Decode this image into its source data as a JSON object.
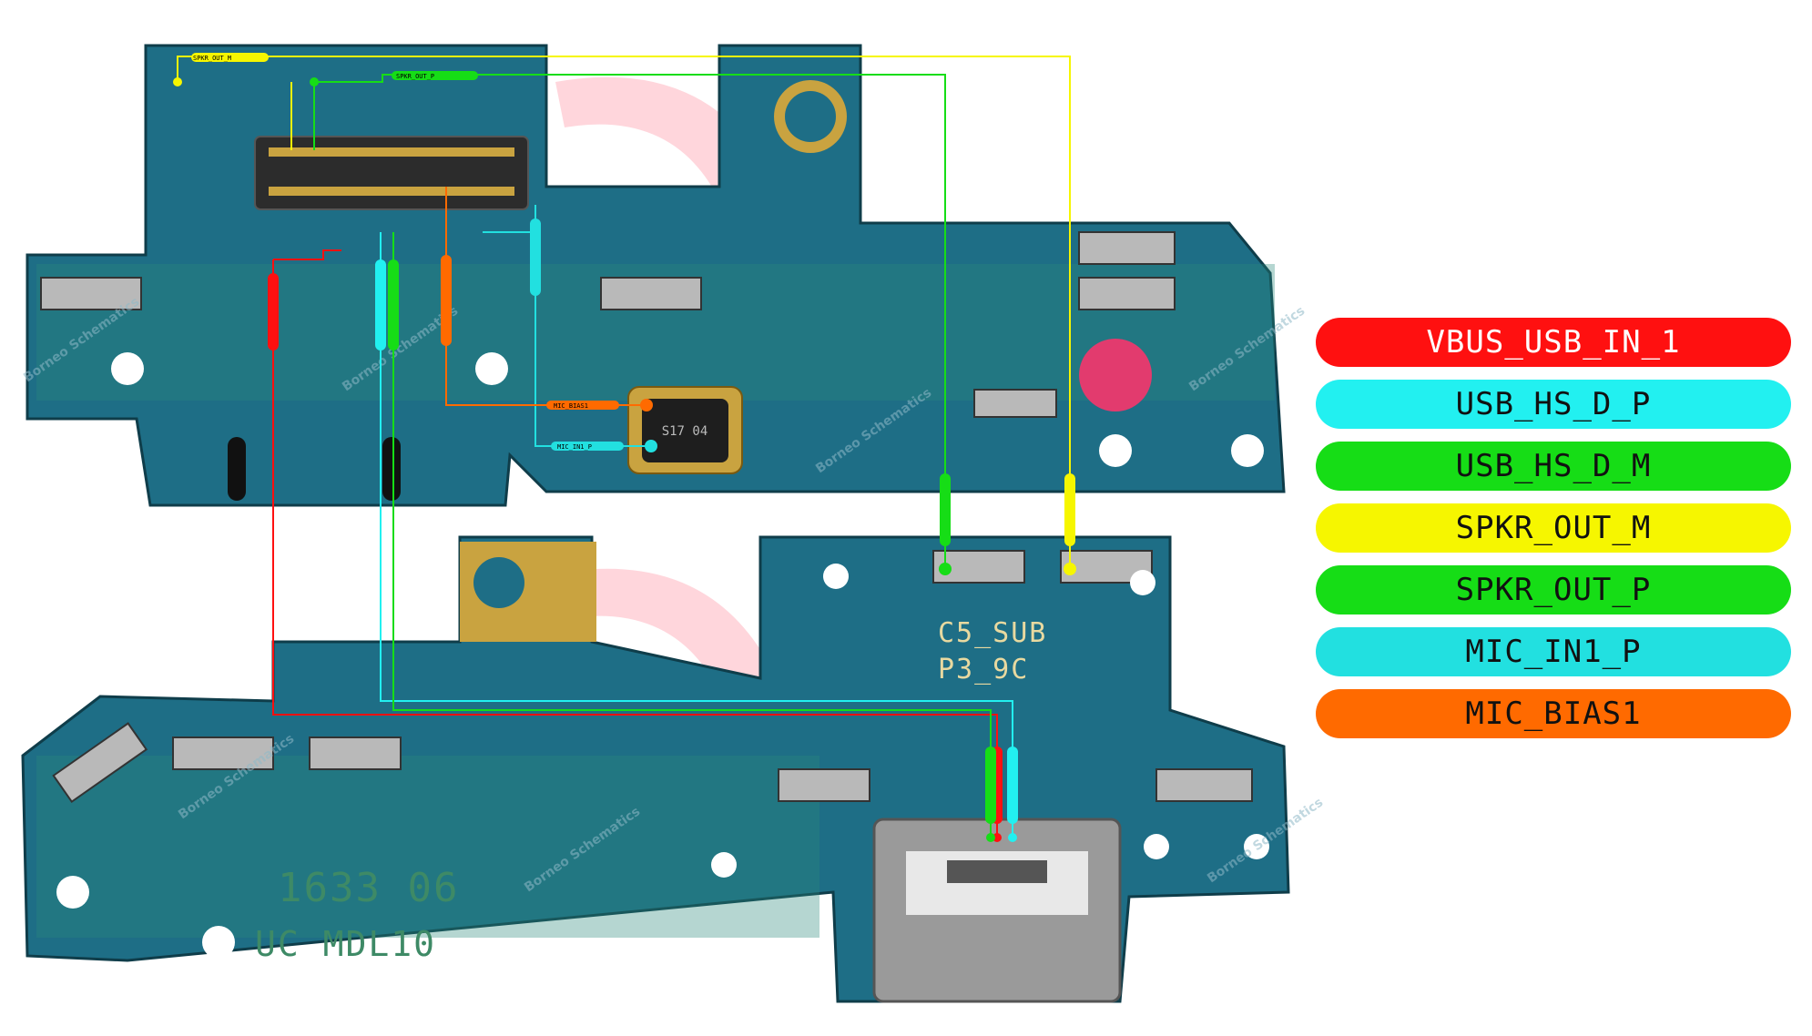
{
  "legend": [
    {
      "label": "VBUS_USB_IN_1",
      "color": "#ff1010",
      "text_color": "#ffffff"
    },
    {
      "label": "USB_HS_D_P",
      "color": "#22f0f0",
      "text_color": "#111111"
    },
    {
      "label": "USB_HS_D_M",
      "color": "#16dd16",
      "text_color": "#111111"
    },
    {
      "label": "SPKR_OUT_M",
      "color": "#f6f600",
      "text_color": "#111111"
    },
    {
      "label": "SPKR_OUT_P",
      "color": "#16dd16",
      "text_color": "#111111"
    },
    {
      "label": "MIC_IN1_P",
      "color": "#22e0e0",
      "text_color": "#111111"
    },
    {
      "label": "MIC_BIAS1",
      "color": "#ff6a00",
      "text_color": "#111111"
    }
  ],
  "board_labels": {
    "mic_bias_tag": "MIC_BIAS1",
    "mic_in_tag": "MIC_IN1_P",
    "spkr_m_tag": "SPKR_OUT_M",
    "spkr_p_tag": "SPKR_OUT_P",
    "silk_line1": "C5_SUB",
    "silk_line2": "P3_9C",
    "silk_date": "1633 06",
    "silk_model": "UC MDL10",
    "mic_mark": "S17 04"
  },
  "watermark": "Borneo Schematics"
}
